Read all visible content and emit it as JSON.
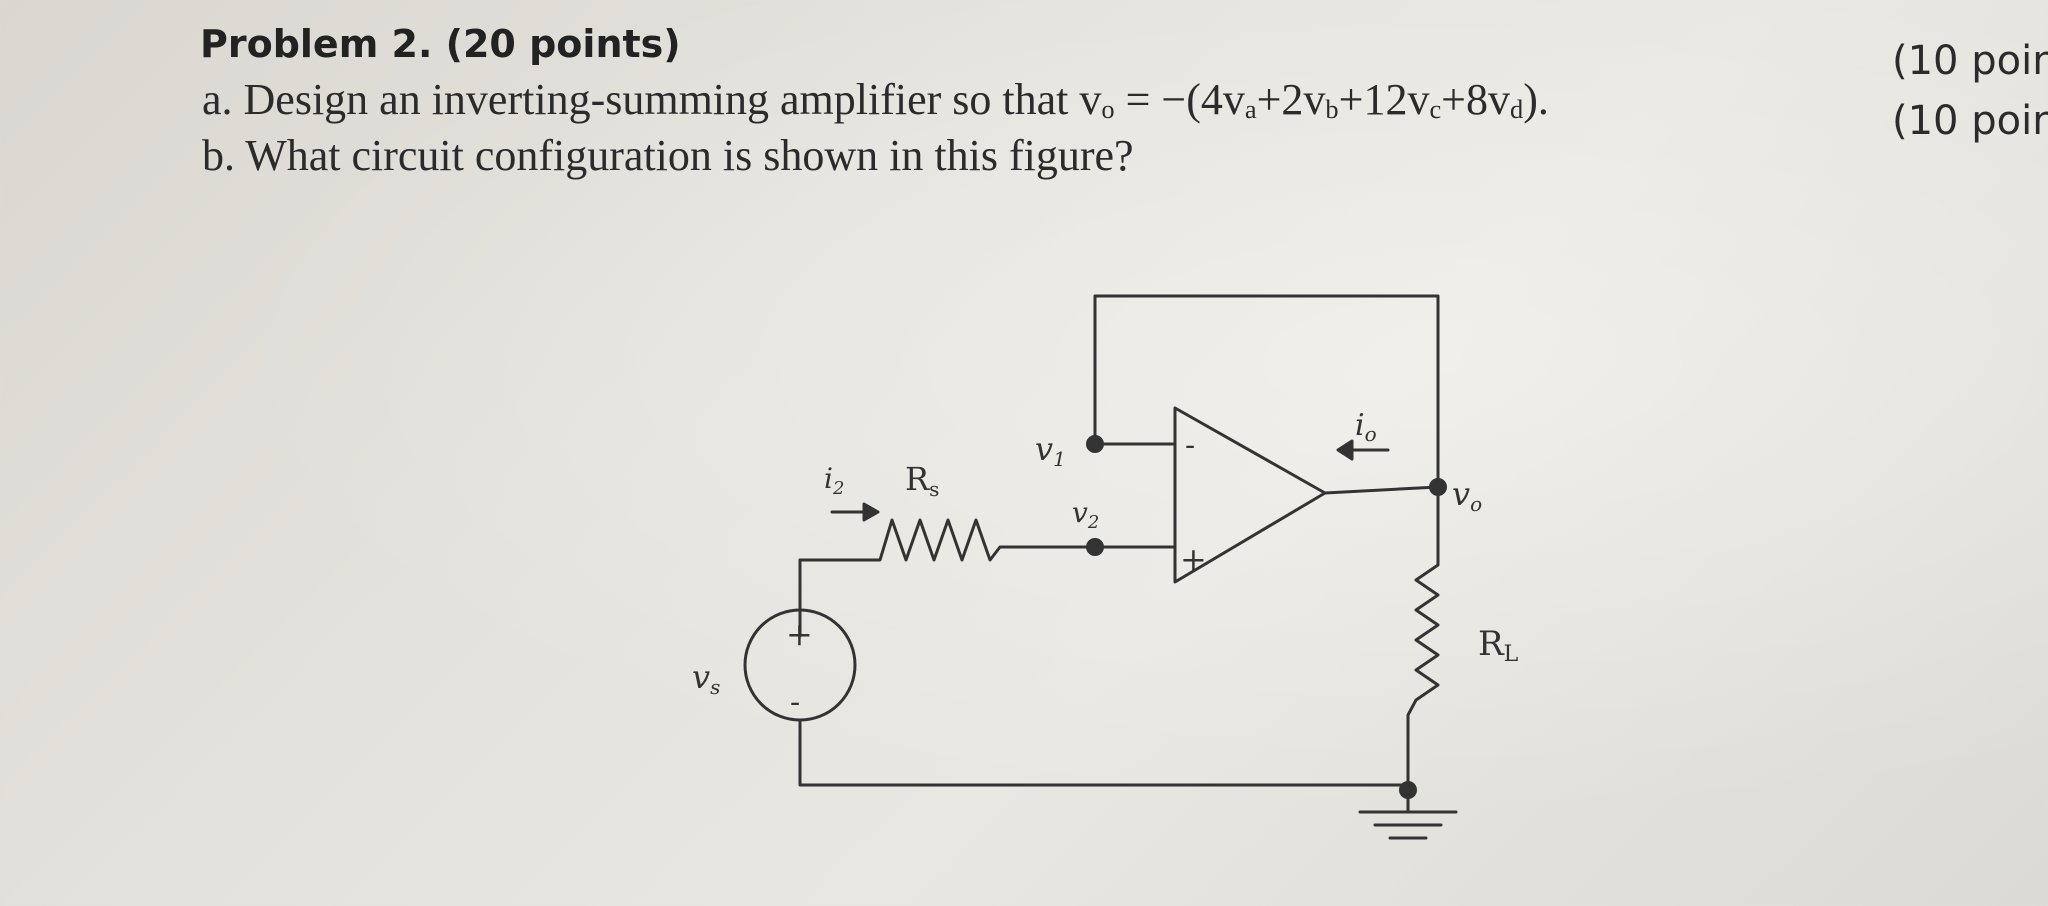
{
  "problem": {
    "heading": "Problem 2. (20 points)",
    "part_a": {
      "prefix": "a. Design an inverting-summing amplifier so that v",
      "vo_sub": "o",
      "eq_open": " = −(4v",
      "a_sub": "a",
      "plus1": "+2v",
      "b_sub": "b",
      "plus2": "+12v",
      "c_sub": "c",
      "plus3": "+8v",
      "d_sub": "d",
      "close": ").",
      "points": "(10 poin"
    },
    "part_b": {
      "text": "b. What circuit configuration is shown in this figure?",
      "points": "(10 poin"
    }
  },
  "circuit": {
    "labels": {
      "v1": "v",
      "v1_sub": "1",
      "v2": "v",
      "v2_sub": "2",
      "i2": "i",
      "i2_sub": "2",
      "r": "R",
      "r_sub": "s",
      "io": "i",
      "io_sub": "o",
      "vo": "v",
      "vo_sub": "o",
      "rl": "R",
      "rl_sub": "L",
      "vs": "v",
      "vs_sub": "s",
      "opamp_minus": "-",
      "opamp_plus": "+",
      "source_plus": "+",
      "source_minus": "-"
    }
  }
}
